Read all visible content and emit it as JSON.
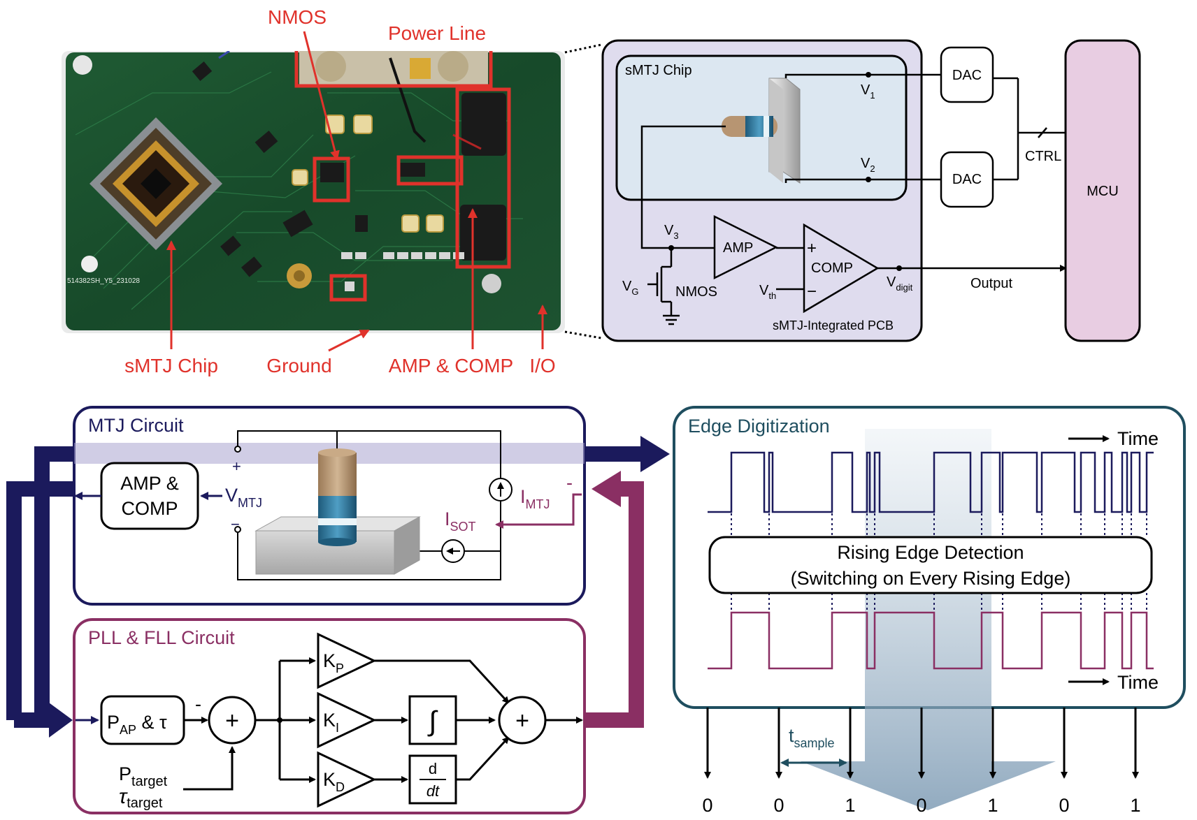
{
  "photo_labels": {
    "nmos": "NMOS",
    "power_line": "Power Line",
    "smtj_chip": "sMTJ Chip",
    "ground": "Ground",
    "amp_comp": "AMP & COMP",
    "io": "I/O",
    "board_id": "514382SH_Y5_231028"
  },
  "schematic": {
    "chip_title": "sMTJ Chip",
    "v1": "V",
    "v1_sub": "1",
    "v2": "V",
    "v2_sub": "2",
    "v3": "V",
    "v3_sub": "3",
    "vg": "V",
    "vg_sub": "G",
    "nmos": "NMOS",
    "vth": "V",
    "vth_sub": "th",
    "vdigit": "V",
    "vdigit_sub": "digit",
    "amp": "AMP",
    "comp": "COMP",
    "plus": "+",
    "minus": "−",
    "dac1": "DAC",
    "dac2": "DAC",
    "ctrl": "CTRL",
    "mcu": "MCU",
    "output": "Output",
    "pcb_label": "sMTJ-Integrated PCB"
  },
  "mtj_circuit": {
    "title": "MTJ Circuit",
    "amp_comp_line1": "AMP &",
    "amp_comp_line2": "COMP",
    "vmtj": "V",
    "vmtj_sub": "MTJ",
    "imtj": "I",
    "imtj_sub": "MTJ",
    "isot": "I",
    "isot_sub": "SOT",
    "plus": "+",
    "minus": "−",
    "minus_right": "-"
  },
  "pll_circuit": {
    "title": "PLL & FLL Circuit",
    "pap": "P",
    "pap_sub": "AP",
    "pap_rest": " & τ",
    "minus": "-",
    "sum": "+",
    "kp": "K",
    "kp_sub": "P",
    "ki": "K",
    "ki_sub": "I",
    "kd": "K",
    "kd_sub": "D",
    "integral": "∫",
    "deriv_num": "d",
    "deriv_den": "dt",
    "ptarget": "P",
    "ptarget_sub": "target",
    "tautarget": "τ",
    "tautarget_sub": "target"
  },
  "edge_digitization": {
    "title": "Edge Digitization",
    "time_top": "Time",
    "time_bottom": "Time",
    "detect_line1": "Rising Edge Detection",
    "detect_line2": "(Switching on Every Rising Edge)",
    "tsample": "t",
    "tsample_sub": "sample",
    "bits": [
      "0",
      "0",
      "1",
      "0",
      "1",
      "0",
      "1"
    ]
  },
  "colors": {
    "red_label": "#e0322b",
    "navy": "#1b1a5c",
    "maroon": "#8a2f63",
    "teal": "#1f4e5f",
    "schematic_bg": "#dfdcee",
    "chip_bg": "#dce7f1",
    "mcu_fill": "#e8cde2",
    "highlight_band": "#a9a4d0",
    "arrow_blue": "#7f9fb8"
  }
}
